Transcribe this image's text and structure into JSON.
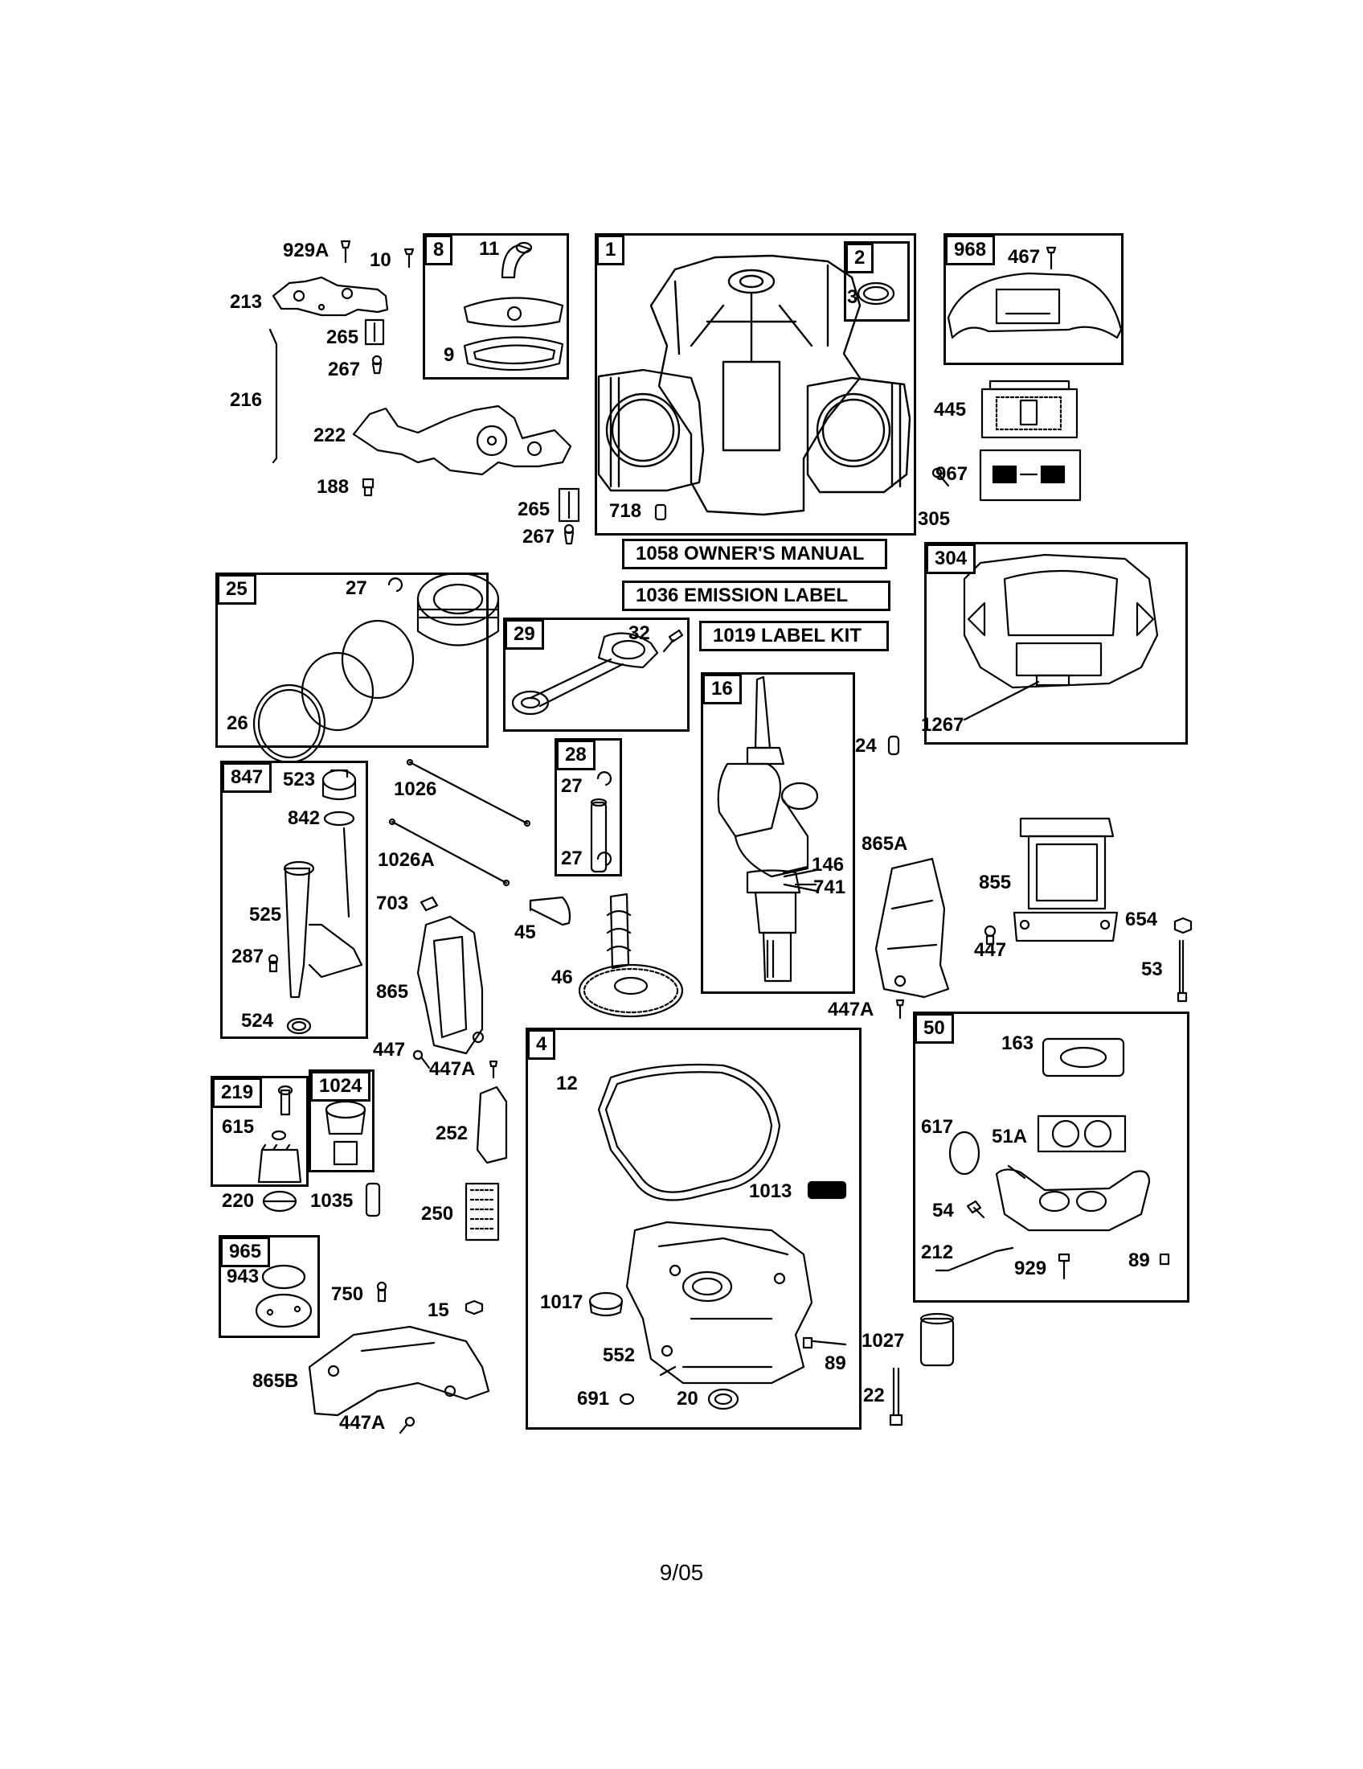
{
  "group_tags": {
    "g8": "8",
    "g1": "1",
    "g2": "2",
    "g968": "968",
    "g25": "25",
    "g29": "29",
    "g304": "304",
    "g16": "16",
    "g28": "28",
    "g847": "847",
    "g4": "4",
    "g50": "50",
    "g219": "219",
    "g1024": "1024",
    "g965": "965"
  },
  "text_labels": {
    "owners_manual": "1058 OWNER'S MANUAL",
    "emission_label": "1036 EMISSION LABEL",
    "label_kit": "1019 LABEL KIT"
  },
  "callouts": {
    "c929A": "929A",
    "c10": "10",
    "c11": "11",
    "c213": "213",
    "c265a": "265",
    "c267a": "267",
    "c9": "9",
    "c216": "216",
    "c222": "222",
    "c188": "188",
    "c265b": "265",
    "c267b": "267",
    "c3": "3",
    "c718": "718",
    "c467": "467",
    "c445": "445",
    "c967": "967",
    "c305": "305",
    "c27a": "27",
    "c26": "26",
    "c32": "32",
    "c1267": "1267",
    "c24": "24",
    "c523": "523",
    "c842": "842",
    "c525": "525",
    "c287": "287",
    "c524": "524",
    "c1026": "1026",
    "c1026A": "1026A",
    "c703": "703",
    "c45": "45",
    "c46": "46",
    "c27b": "27",
    "c27c": "27",
    "c146": "146",
    "c741": "741",
    "c865A": "865A",
    "c855": "855",
    "c654": "654",
    "c447a": "447",
    "c53": "53",
    "c447Aa": "447A",
    "c865": "865",
    "c447b": "447",
    "c447Ab": "447A",
    "c12": "12",
    "c1013": "1013",
    "c163": "163",
    "c617": "617",
    "c51A": "51A",
    "c54": "54",
    "c212": "212",
    "c929": "929",
    "c89a": "89",
    "c615": "615",
    "c252": "252",
    "c220": "220",
    "c1035": "1035",
    "c250": "250",
    "c943": "943",
    "c750": "750",
    "c15": "15",
    "c1017": "1017",
    "c552": "552",
    "c89b": "89",
    "c1027": "1027",
    "c865B": "865B",
    "c447Ac": "447A",
    "c691": "691",
    "c20": "20",
    "c22": "22"
  },
  "footer": {
    "date": "9/05"
  }
}
